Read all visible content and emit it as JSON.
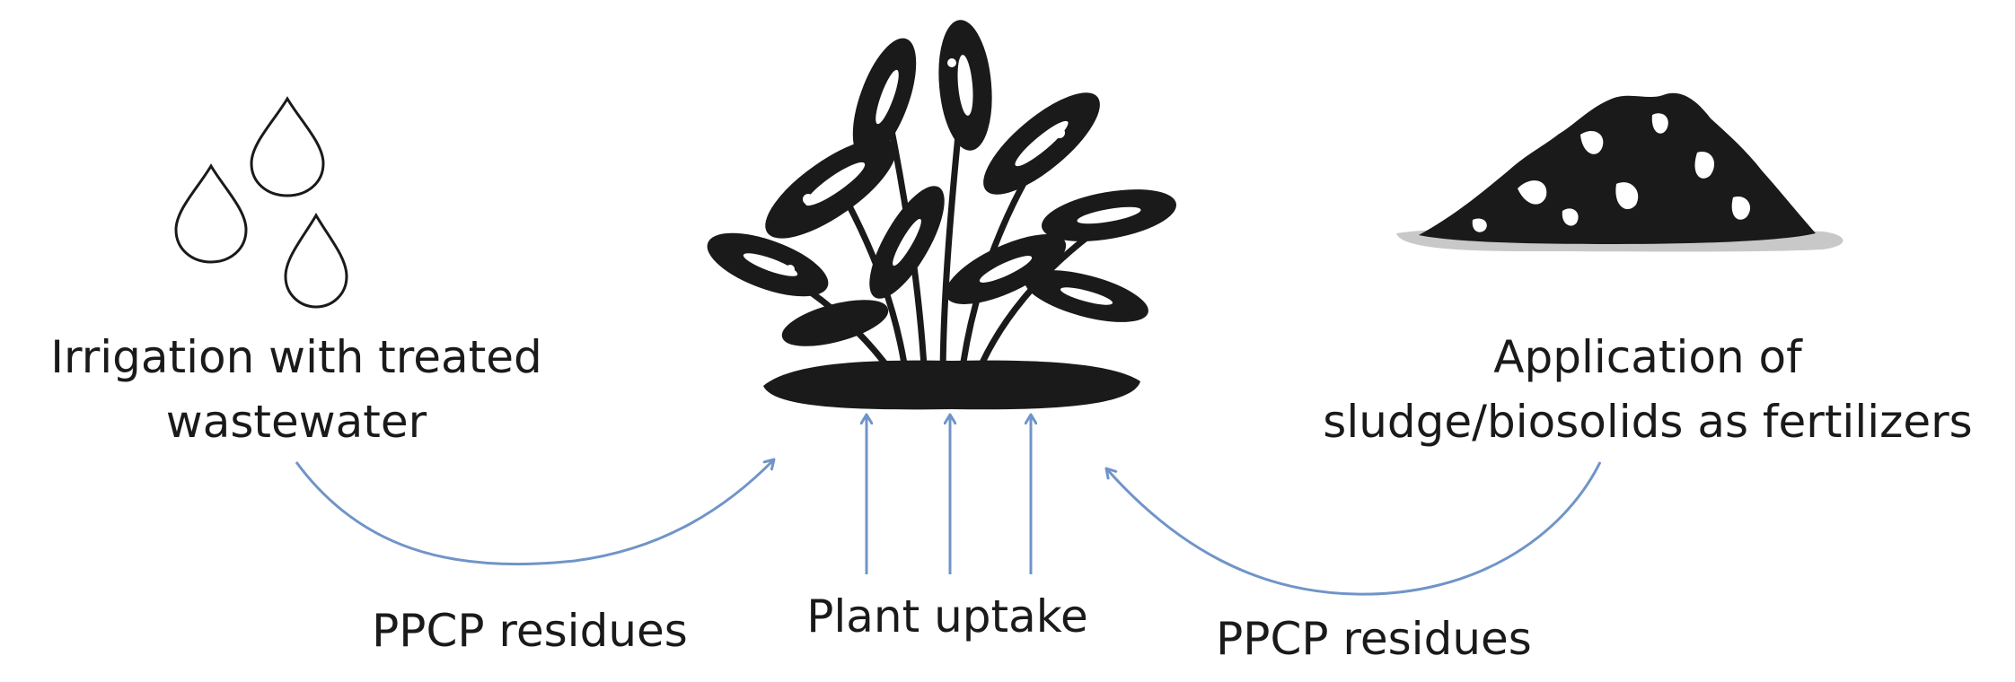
{
  "sources": {
    "irrigation": {
      "line1": "Irrigation with treated",
      "line2": "wastewater",
      "icon": "water-drops"
    },
    "biosolids": {
      "line1": "Application of",
      "line2": "sludge/biosolids as fertilizers",
      "icon": "soil-pile"
    }
  },
  "center": {
    "icon": "plant",
    "uptake_label": "Plant uptake"
  },
  "flows": {
    "left_label": "PPCP residues",
    "right_label": "PPCP residues"
  },
  "colors": {
    "arrow": "#7094c8",
    "ink": "#1a1a1a"
  }
}
